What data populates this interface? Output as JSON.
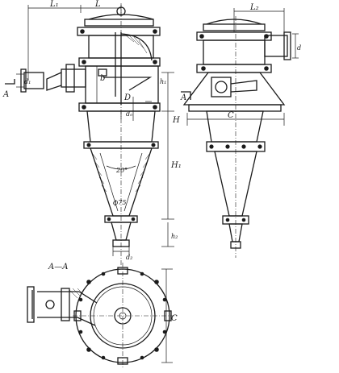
{
  "labels": {
    "L1": "L₁",
    "L": "L",
    "L2": "L₂",
    "d1": "d₁",
    "A_left": "A",
    "A_mid": "A",
    "d_right": "d",
    "b": "b",
    "h1": "h₁",
    "D": "D",
    "d_o": "dₒ",
    "H": "H",
    "C_front": "C",
    "angle": "20°",
    "H1": "H₁",
    "phi75": "ф75",
    "h2": "h₂",
    "d2": "d₂",
    "section": "A—A",
    "C_plan": "C"
  }
}
